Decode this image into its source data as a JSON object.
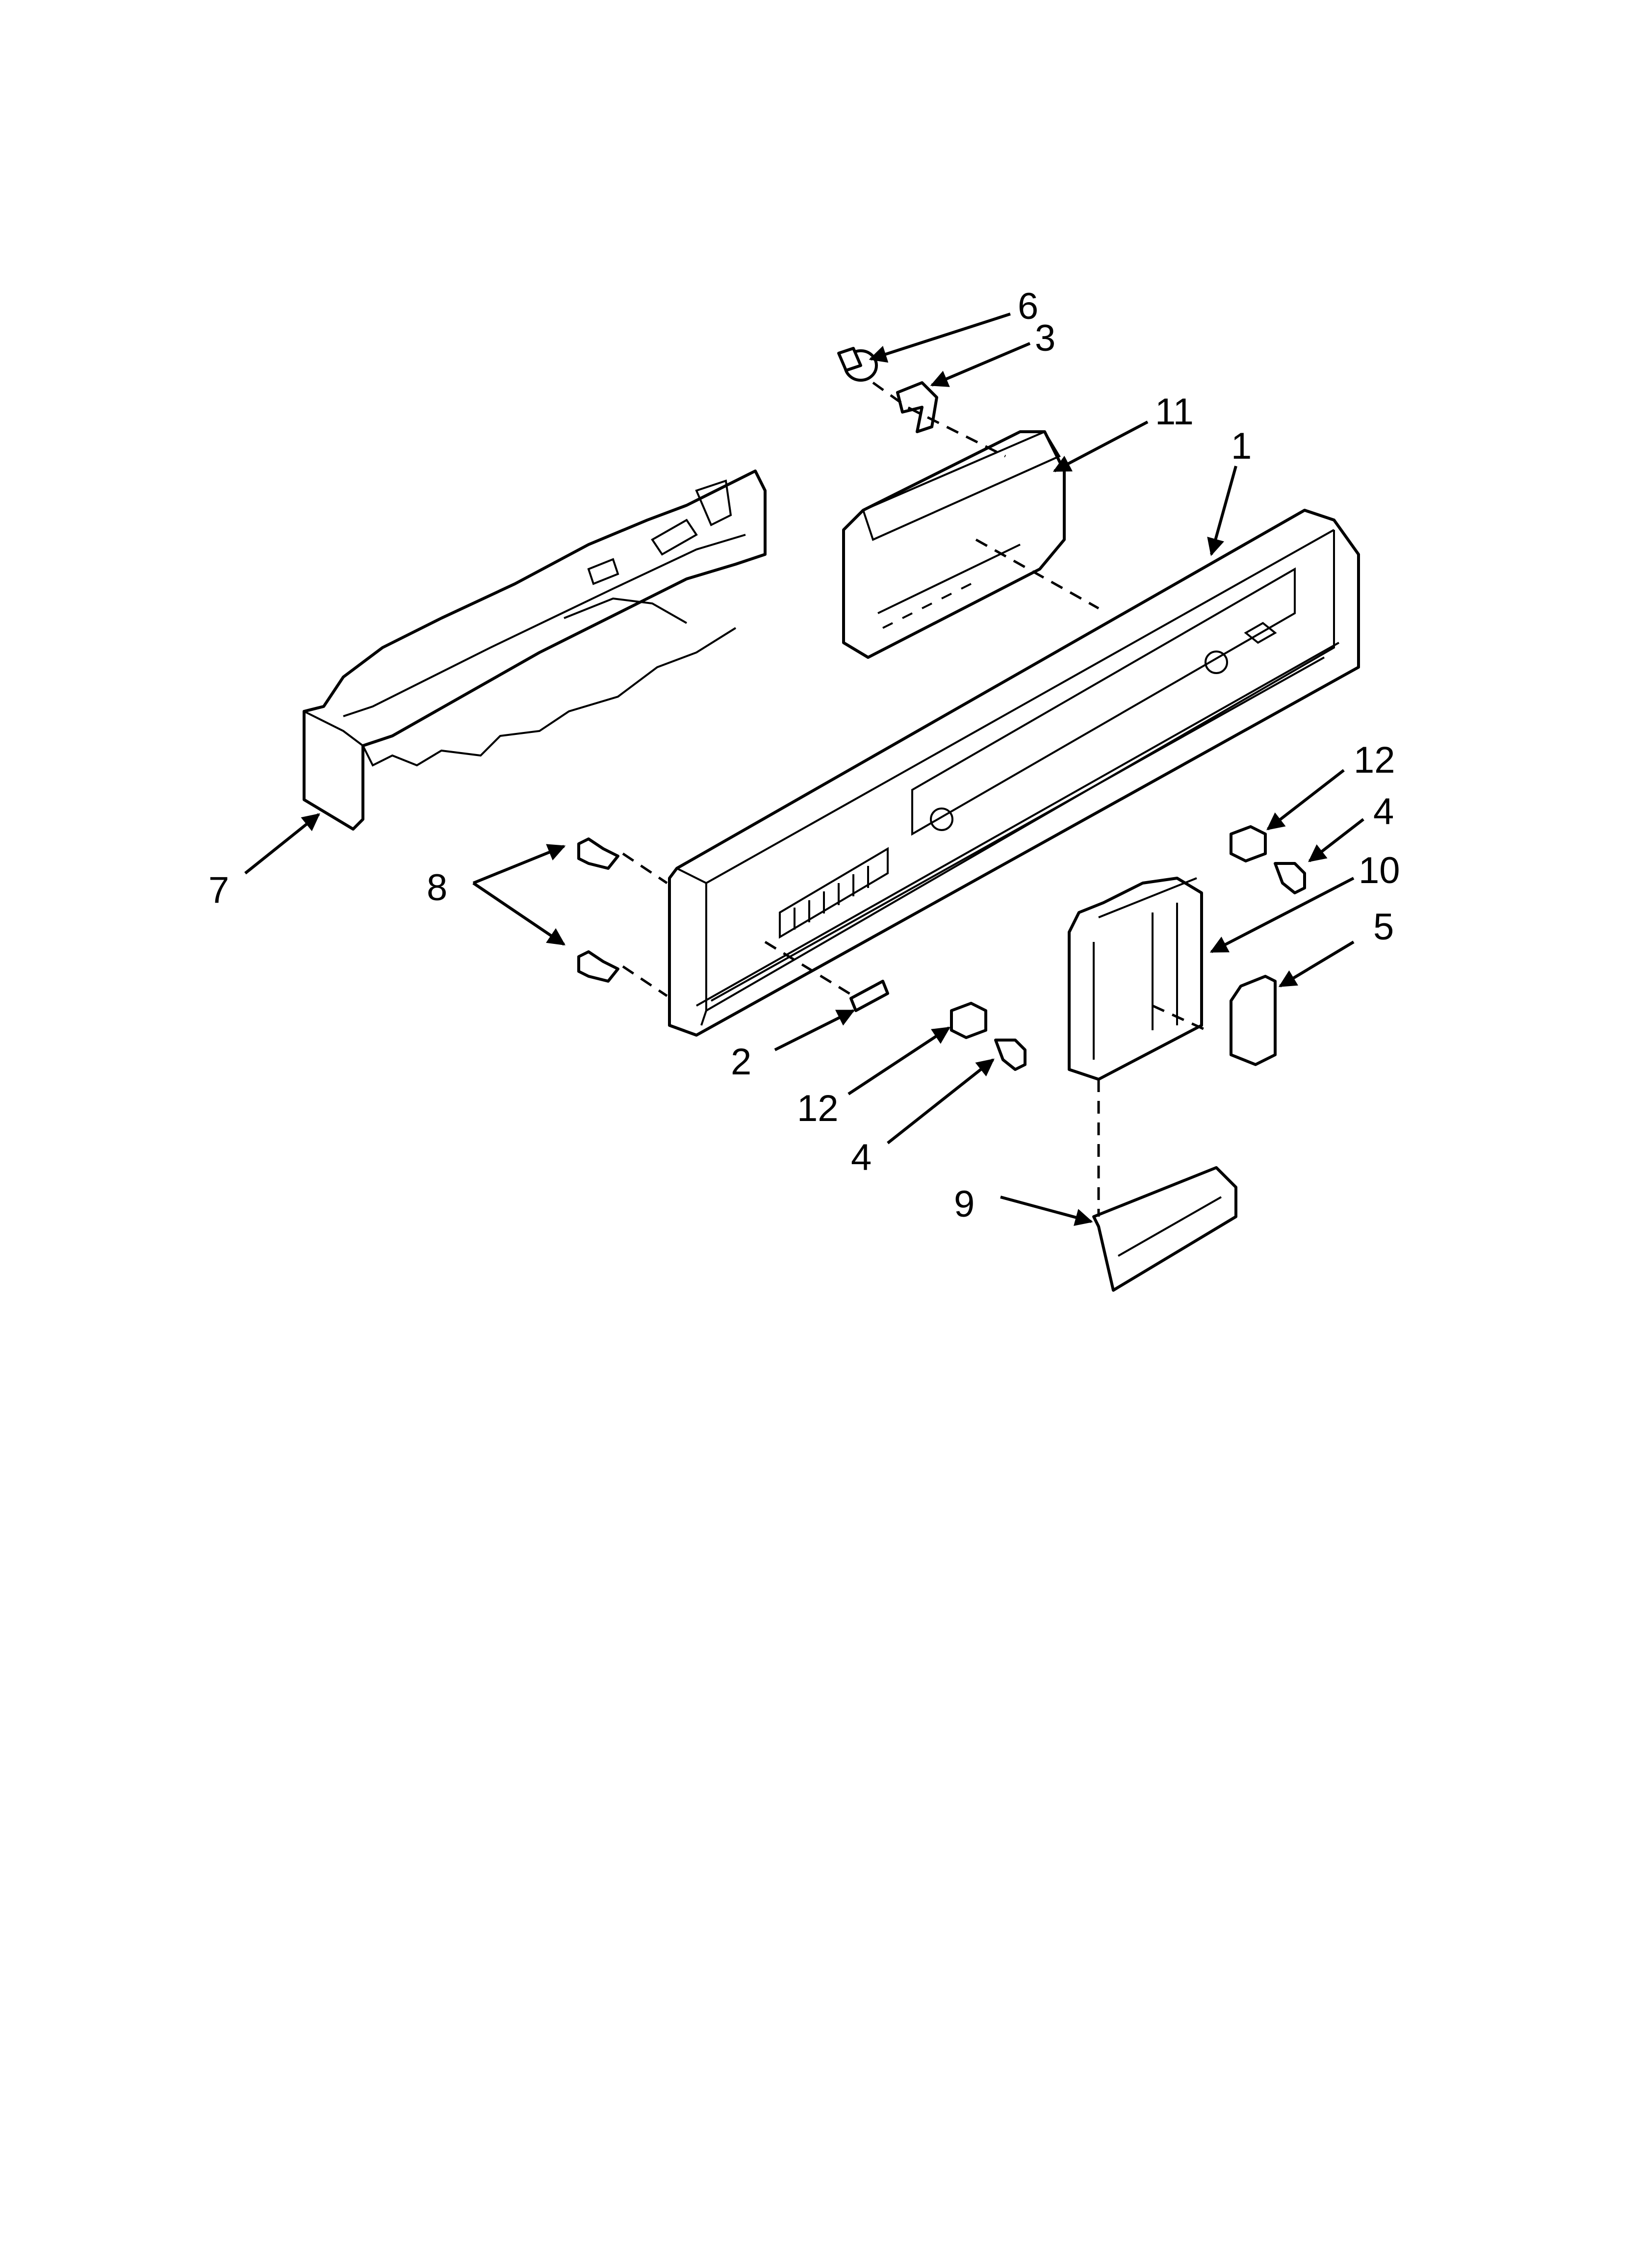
{
  "callouts": [
    {
      "id": "c6",
      "label": "6"
    },
    {
      "id": "c3",
      "label": "3"
    },
    {
      "id": "c11",
      "label": "11"
    },
    {
      "id": "c1",
      "label": "1"
    },
    {
      "id": "c7",
      "label": "7"
    },
    {
      "id": "c8",
      "label": "8"
    },
    {
      "id": "c12a",
      "label": "12"
    },
    {
      "id": "c4a",
      "label": "4"
    },
    {
      "id": "c10",
      "label": "10"
    },
    {
      "id": "c5",
      "label": "5"
    },
    {
      "id": "c2",
      "label": "2"
    },
    {
      "id": "c12b",
      "label": "12"
    },
    {
      "id": "c4b",
      "label": "4"
    },
    {
      "id": "c9",
      "label": "9"
    }
  ]
}
